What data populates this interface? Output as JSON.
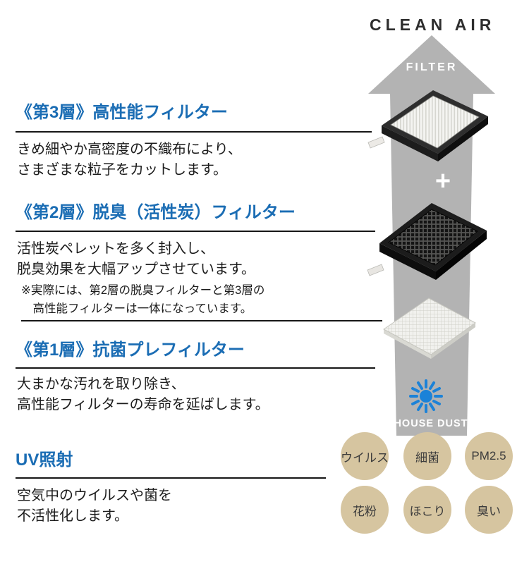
{
  "colors": {
    "heading_blue": "#1b6db4",
    "arrow_gray": "#b3b3b3",
    "circle_tan": "#d6c5a0",
    "uv_blue": "#1b82d8",
    "text_dark": "#1c1c1c"
  },
  "diagram": {
    "clean_air_label": "CLEAN AIR",
    "filter_label": "FILTER",
    "plus_label": "+",
    "house_dust_label": "HOUSE DUST",
    "filter_images": [
      {
        "name": "hepa-filter"
      },
      {
        "name": "carbon-filter"
      },
      {
        "name": "pre-filter"
      }
    ],
    "particles": [
      "ウイルス",
      "細菌",
      "PM2.5",
      "花粉",
      "ほこり",
      "臭い"
    ]
  },
  "sections": [
    {
      "heading": "《第3層》高性能フィルター",
      "body": [
        "きめ細やか高密度の不織布により、",
        "さまざまな粒子をカットします。"
      ]
    },
    {
      "heading": "《第2層》脱臭（活性炭）フィルター",
      "body": [
        "活性炭ペレットを多く封入し、",
        "脱臭効果を大幅アップさせています。"
      ],
      "note": [
        "※実際には、第2層の脱臭フィルターと第3層の",
        "　高性能フィルターは一体になっています。"
      ]
    },
    {
      "heading": "《第1層》抗菌プレフィルター",
      "body": [
        "大まかな汚れを取り除き、",
        "高性能フィルターの寿命を延ばします。"
      ]
    },
    {
      "heading": "UV照射",
      "body": [
        "空気中のウイルスや菌を",
        "不活性化します。"
      ]
    }
  ]
}
